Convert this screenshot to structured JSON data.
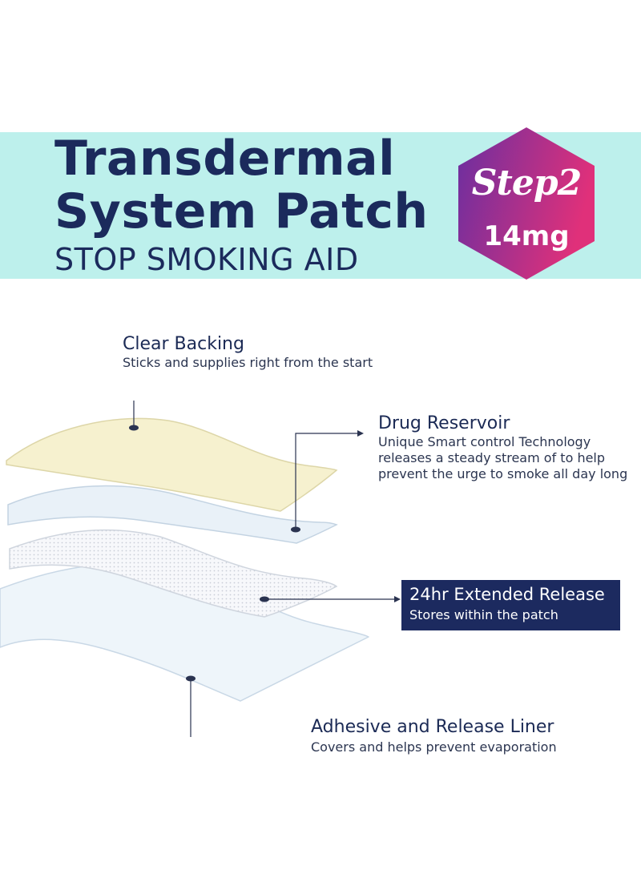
{
  "header": {
    "title_line1": "Transdermal",
    "title_line2": "System Patch",
    "subtitle": "STOP SMOKING AID"
  },
  "badge": {
    "step": "Step2",
    "dose": "14mg"
  },
  "layers": [
    {
      "title": "Clear Backing",
      "description": "Sticks and supplies right from the start"
    },
    {
      "title": "Drug Reservoir",
      "description_lines": [
        "Unique Smart control Technology",
        "releases a steady stream of to help",
        "prevent the urge to smoke all day long"
      ]
    },
    {
      "title": "24hr Extended Release",
      "description": "Stores within the patch"
    },
    {
      "title": "Adhesive and Release Liner",
      "description": "Covers and helps prevent evaporation"
    }
  ],
  "colors": {
    "banner": "#bdf0ec",
    "navy": "#1b2a5c",
    "badge_gradient_start": "#6a2fa0",
    "badge_gradient_end": "#e0307a",
    "backing_layer": "#f6f1cf"
  }
}
